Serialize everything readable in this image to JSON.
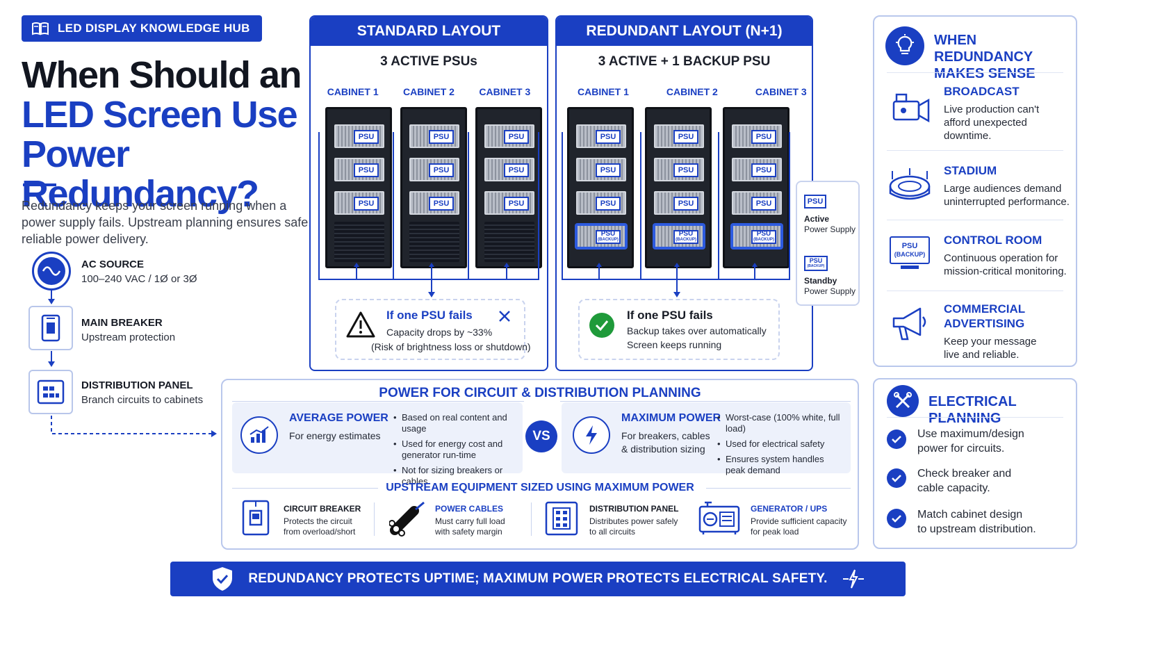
{
  "header": {
    "badge_label": "LED DISPLAY KNOWLEDGE HUB",
    "title_line1": "When Should an",
    "title_line2": "LED Screen Use",
    "title_line3": "Power Redundancy?",
    "intro": "Redundancy keeps your screen running when a power supply fails. Upstream planning ensures safe, reliable power delivery."
  },
  "power_chain": [
    {
      "title": "AC SOURCE",
      "subtitle": "100–240 VAC / 1Ø or 3Ø",
      "icon": "ac-wave-icon"
    },
    {
      "title": "MAIN BREAKER",
      "subtitle": "Upstream protection",
      "icon": "breaker-icon"
    },
    {
      "title": "DISTRIBUTION PANEL",
      "subtitle": "Branch circuits to cabinets",
      "icon": "panel-icon"
    }
  ],
  "standard": {
    "header": "STANDARD LAYOUT",
    "subtitle": "3 ACTIVE PSUs",
    "cabinets": [
      "CABINET 1",
      "CABINET 2",
      "CABINET 3"
    ],
    "psu_label": "PSU",
    "fail_title": "If one PSU fails",
    "fail_line1": "Capacity drops by ~33%",
    "fail_line2": "(Risk of brightness loss or shutdown)"
  },
  "redundant": {
    "header": "REDUNDANT LAYOUT (N+1)",
    "subtitle": "3 ACTIVE + 1 BACKUP PSU",
    "cabinets": [
      "CABINET 1",
      "CABINET 2",
      "CABINET 3"
    ],
    "psu_label": "PSU",
    "backup_label": "(BACKUP)",
    "fail_title": "If one PSU fails",
    "fail_line1": "Backup takes over automatically",
    "fail_line2": "Screen keeps running"
  },
  "legend": {
    "active_tag": "PSU",
    "active_title": "Active",
    "active_sub": "Power Supply",
    "standby_tag": "PSU",
    "standby_small": "(BACKUP)",
    "standby_title": "Standby",
    "standby_sub": "Power Supply"
  },
  "when_redundancy": {
    "heading_line1": "WHEN REDUNDANCY",
    "heading_line2": "MAKES SENSE",
    "items": [
      {
        "title": "BROADCAST",
        "line1": "Live production can't",
        "line2": "afford unexpected",
        "line3": "downtime.",
        "icon": "camera-icon"
      },
      {
        "title": "STADIUM",
        "line1": "Large audiences demand",
        "line2": "uninterrupted performance.",
        "icon": "stadium-icon"
      },
      {
        "title": "CONTROL ROOM",
        "line1": "Continuous operation for",
        "line2": "mission-critical monitoring.",
        "icon": "monitor-icon",
        "icon_text1": "PSU",
        "icon_text2": "(BACKUP)"
      },
      {
        "title_line1": "COMMERCIAL",
        "title_line2": "ADVERTISING",
        "line1": "Keep your message",
        "line2": "live and reliable.",
        "icon": "megaphone-icon"
      }
    ]
  },
  "planning": {
    "title": "POWER FOR CIRCUIT & DISTRIBUTION PLANNING",
    "average": {
      "title": "AVERAGE POWER",
      "subtitle": "For energy estimates",
      "bullets": [
        "Based on real content and usage",
        "Used for energy cost and generator run-time",
        "Not for sizing breakers or cables"
      ]
    },
    "vs_label": "VS",
    "maximum": {
      "title": "MAXIMUM POWER",
      "subtitle_line1": "For breakers, cables",
      "subtitle_line2": "& distribution sizing",
      "bullets": [
        "Worst-case (100% white, full load)",
        "Used for electrical safety",
        "Ensures system handles peak demand"
      ]
    },
    "upstream_title": "UPSTREAM EQUIPMENT SIZED USING MAXIMUM POWER",
    "equipment": [
      {
        "title": "CIRCUIT BREAKER",
        "line1": "Protects the circuit",
        "line2": "from overload/short"
      },
      {
        "title": "POWER CABLES",
        "line1": "Must carry full load",
        "line2": "with safety margin"
      },
      {
        "title": "DISTRIBUTION PANEL",
        "line1": "Distributes power safely",
        "line2": "to all circuits"
      },
      {
        "title": "GENERATOR / UPS",
        "line1": "Provide sufficient capacity",
        "line2": "for peak load"
      }
    ]
  },
  "electrical": {
    "heading": "ELECTRICAL PLANNING",
    "items": [
      {
        "line1": "Use maximum/design",
        "line2": "power for circuits."
      },
      {
        "line1": "Check breaker and",
        "line2": "cable capacity."
      },
      {
        "line1": "Match cabinet design",
        "line2": "to upstream distribution."
      }
    ]
  },
  "footer": {
    "text": "REDUNDANCY PROTECTS UPTIME; MAXIMUM POWER PROTECTS ELECTRICAL SAFETY."
  },
  "colors": {
    "brand_blue": "#1a3fc2",
    "success_green": "#1f9a3a",
    "warning_black": "#111111"
  }
}
